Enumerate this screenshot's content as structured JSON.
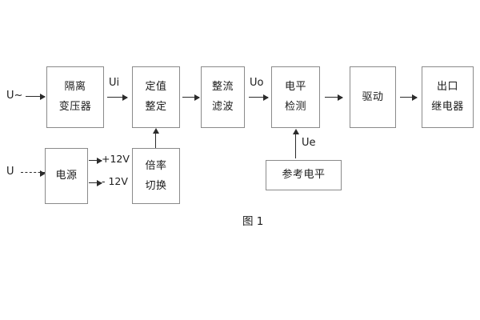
{
  "figure": {
    "caption": "图 1",
    "background_color": "#ffffff",
    "box_border_color": "#8a8a8a",
    "line_color": "#2b2b2b",
    "text_color": "#1b1b1b"
  },
  "inputs": [
    {
      "name": "ac-input",
      "label": "U~"
    },
    {
      "name": "dc-input",
      "label": "U"
    }
  ],
  "main_chain": {
    "blocks": [
      {
        "id": "isolation-transformer",
        "line1": "隔离",
        "line2": "变压器"
      },
      {
        "id": "setting-value",
        "line1": "定值",
        "line2": "整定"
      },
      {
        "id": "rectify-filter",
        "line1": "整流",
        "line2": "滤波"
      },
      {
        "id": "level-detection",
        "line1": "电平",
        "line2": "检测"
      },
      {
        "id": "drive",
        "line1": "驱动",
        "line2": ""
      },
      {
        "id": "output-relay",
        "line1": "出口",
        "line2": "继电器"
      }
    ]
  },
  "auxiliary": {
    "blocks": [
      {
        "id": "power-supply",
        "line1": "电源",
        "line2": ""
      },
      {
        "id": "multiplier-switch",
        "line1": "倍率",
        "line2": "切换"
      },
      {
        "id": "reference-level",
        "line1": "参考电平",
        "line2": ""
      }
    ]
  },
  "signal_labels": [
    {
      "id": "ui",
      "text": "Ui"
    },
    {
      "id": "uo",
      "text": "Uo"
    },
    {
      "id": "ue",
      "text": "Ue"
    }
  ],
  "power_rails": [
    {
      "id": "rail-positive",
      "text": "+12V"
    },
    {
      "id": "rail-negative",
      "text": "- 12V"
    }
  ]
}
